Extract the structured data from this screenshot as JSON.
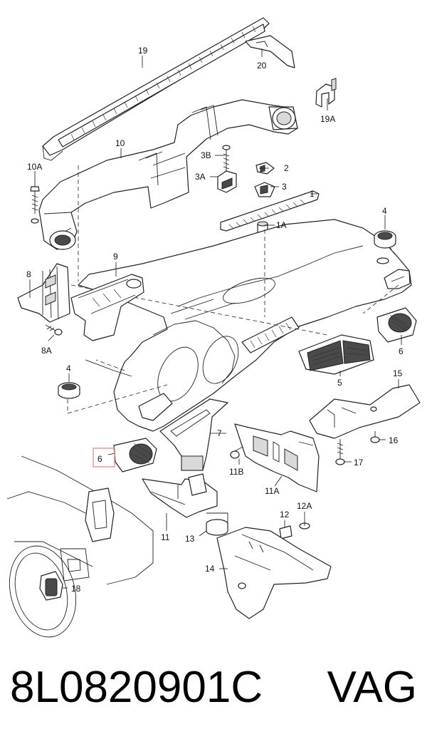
{
  "diagram": {
    "callouts": {
      "c19": "19",
      "c20": "20",
      "c19a": "19A",
      "c10": "10",
      "c10a": "10A",
      "c3b": "3B",
      "c2": "2",
      "c3a": "3A",
      "c3": "3",
      "c1": "1",
      "c1a": "1A",
      "c4_top": "4",
      "c9": "9",
      "c8": "8",
      "c8a": "8A",
      "c6_right": "6",
      "c5": "5",
      "c4_left": "4",
      "c15": "15",
      "c7": "7",
      "c6_highlight": "6",
      "c16": "16",
      "c11b": "11B",
      "c17": "17",
      "c11a": "11A",
      "c12": "12",
      "c12a": "12A",
      "c11": "11",
      "c13": "13",
      "c14": "14",
      "c18": "18"
    },
    "highlight_color": "#e08080"
  },
  "footer": {
    "part_number": "8L0820901C",
    "brand": "VAG"
  }
}
